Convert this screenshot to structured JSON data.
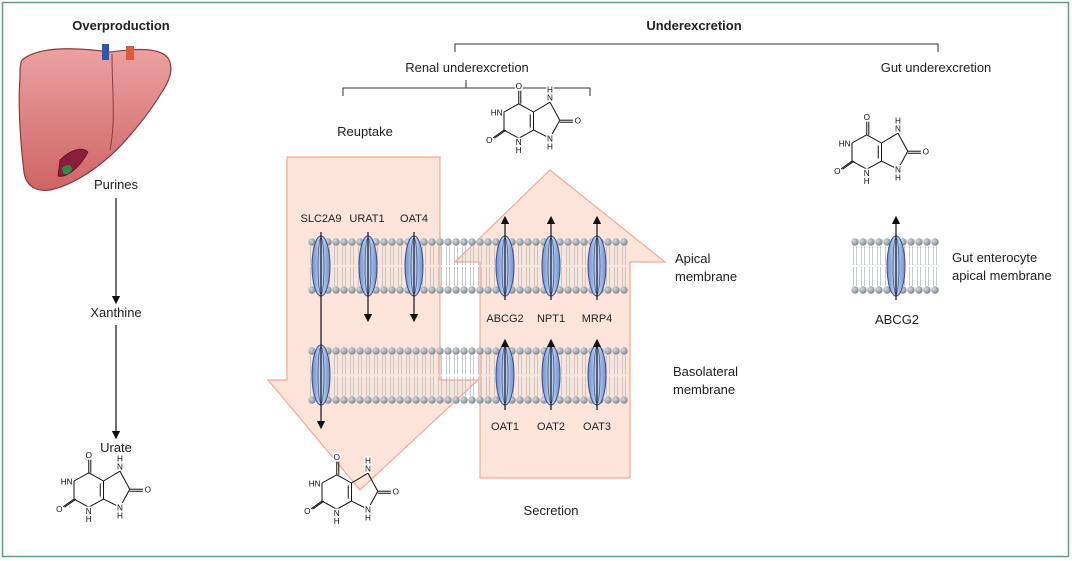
{
  "titles": {
    "overproduction": "Overproduction",
    "underexcretion": "Underexcretion",
    "renal": "Renal underexcretion",
    "gut": "Gut underexcretion"
  },
  "pathway": {
    "purines": "Purines",
    "xanthine": "Xanthine",
    "urate": "Urate"
  },
  "flows": {
    "reuptake": "Reuptake",
    "secretion": "Secretion"
  },
  "membranes": {
    "apical_1": "Apical",
    "apical_2": "membrane",
    "basolateral_1": "Basolateral",
    "basolateral_2": "membrane",
    "gut_1": "Gut enterocyte",
    "gut_2": "apical membrane"
  },
  "transporters": {
    "reuptake": [
      "SLC2A9",
      "URAT1",
      "OAT4"
    ],
    "apical_secretion": [
      "ABCG2",
      "NPT1",
      "MRP4"
    ],
    "basolateral": [
      "OAT1",
      "OAT2",
      "OAT3"
    ],
    "gut": "ABCG2"
  },
  "molecule_atoms": {
    "o": "O",
    "h": "H",
    "n": "N",
    "hn": "HN"
  },
  "colors": {
    "arrow_fill": "#fde3da",
    "arrow_stroke": "#f2a58e",
    "membrane_bead": "#9aa3a8",
    "channel_fill": "#a7bfe6",
    "channel_stroke": "#33508f",
    "liver": "#d9787a",
    "frame": "#5e9e86"
  }
}
